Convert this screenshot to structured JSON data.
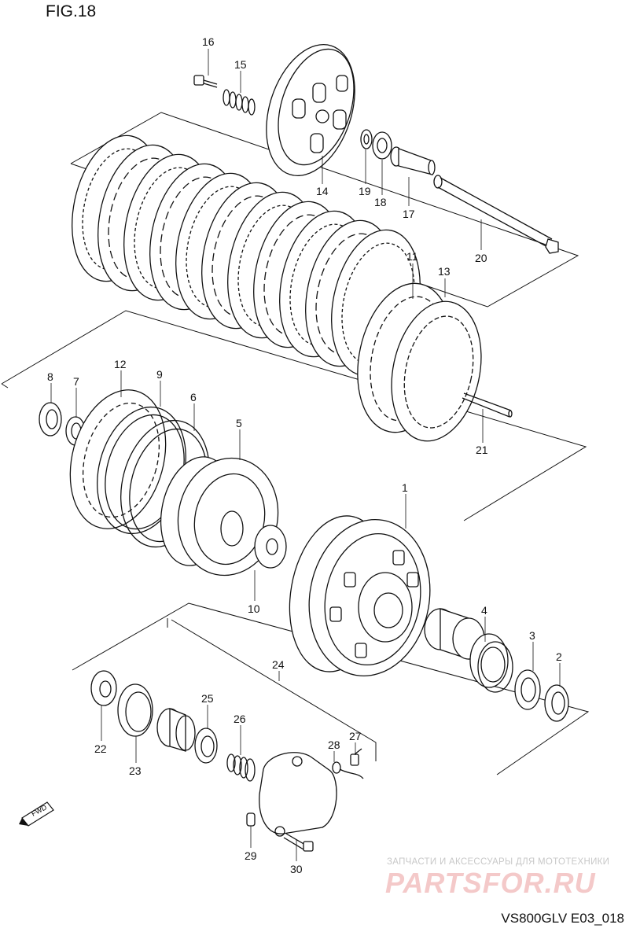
{
  "figure": {
    "title": "FIG.18",
    "code": "VS800GLV E03_018"
  },
  "watermark": {
    "tagline": "ЗАПЧАСТИ И АКСЕССУАРЫ ДЛЯ МОТОТЕХНИКИ",
    "brand": "PARTSFOR.RU"
  },
  "callouts": [
    "1",
    "2",
    "3",
    "4",
    "5",
    "6",
    "7",
    "8",
    "9",
    "10",
    "11",
    "12",
    "13",
    "14",
    "15",
    "16",
    "17",
    "18",
    "19",
    "20",
    "21",
    "22",
    "23",
    "24",
    "25",
    "26",
    "27",
    "28",
    "29",
    "30"
  ],
  "badge": {
    "text": "FWD"
  }
}
